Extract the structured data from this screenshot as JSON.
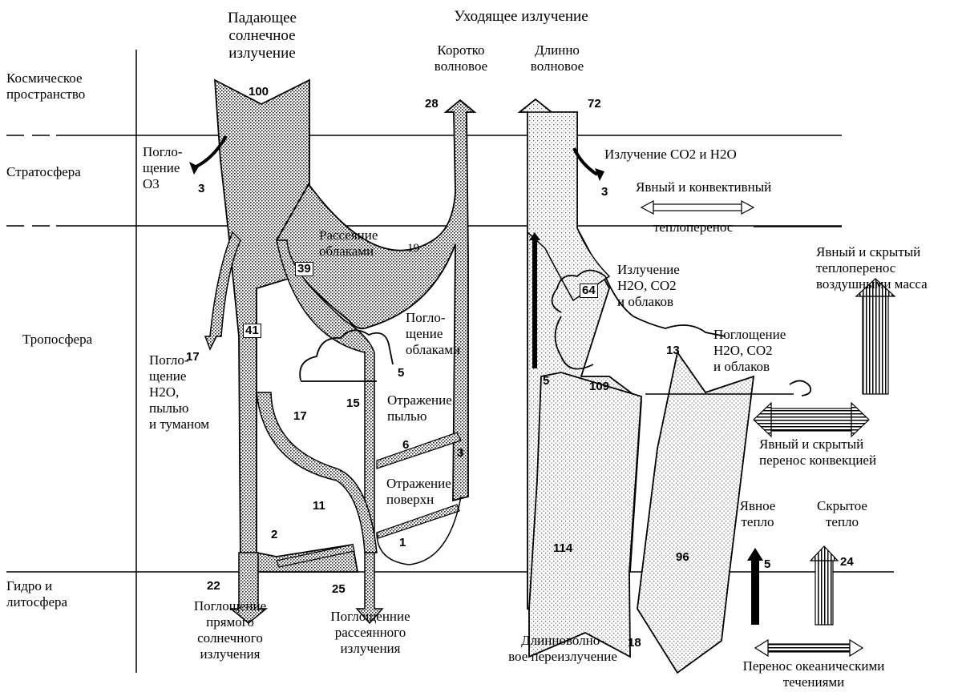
{
  "layers": {
    "space": "Космическое\nпространство",
    "stratosphere": "Стратосфера",
    "troposphere": "Тропосфера",
    "hydro_litho": "Гидро и\nлитосфера"
  },
  "headers": {
    "incoming": "Падающее\nсолнечное\nизлучение",
    "outgoing": "Уходящее излучение",
    "short_wave": "Коротко\nволновое",
    "long_wave": "Длинно\nволновое"
  },
  "labels": {
    "ozone_absorption": "Погло-\nщение\nO3",
    "co2_h2o_emission": "Излучение CO2 и H2O",
    "sensible_convective": "Явный и конвективный",
    "heat_transfer": "теплоперенос",
    "cloud_scattering": "Рассеяние\nоблаками",
    "emission_clouds": "Излучение\nH2O, CO2\nи облаков",
    "airmass_transfer": "Явный и скрытый\nтеплоперенос\nвоздушными масса",
    "cloud_absorption": "Погло-\nщение\nоблаками",
    "absorption_clouds2": "Поглощение\nH2O, CO2\nи облаков",
    "absorption_dust": "Погло-\nщение\nH2O,\nпылью\nи туманом",
    "dust_reflection": "Отражение\nпылью",
    "convection_transfer": "Явный и скрытый\nперенос конвекцией",
    "surface_reflection": "Отражение\nповерхн",
    "sensible_heat": "Явное\nтепло",
    "latent_heat": "Скрытое\nтепло",
    "direct_absorption": "Поглощение\nпрямого\nсолнечного\nизлучения",
    "diffuse_absorption": "Поглощенние\nрассеянного\nизлучения",
    "longwave_reemission": "Длинноволно-\nвое переизлучение",
    "ocean_transport": "Перенос океаническими\nтечениями"
  },
  "values": {
    "incoming": "100",
    "shortwave_out": "28",
    "longwave_out": "72",
    "ozone": "3",
    "co2_h2o": "3",
    "cloud_scatter_19": "19",
    "cloud_39": "39",
    "emission_64": "64",
    "direct_41": "41",
    "h2o_dust_17": "17",
    "cloud_abs_5": "5",
    "diffuse_17": "17",
    "dust_15": "15",
    "lw_5": "5",
    "lw_109": "109",
    "abs_13": "13",
    "dust_refl_6": "6",
    "surf_refl_3": "3",
    "diffuse_11": "11",
    "refl_2": "2",
    "refl_1": "1",
    "surface_114": "114",
    "latent_96": "96",
    "sensible_5": "5",
    "latent_24": "24",
    "direct_22": "22",
    "diffuse_25": "25",
    "reemission_18": "18"
  }
}
